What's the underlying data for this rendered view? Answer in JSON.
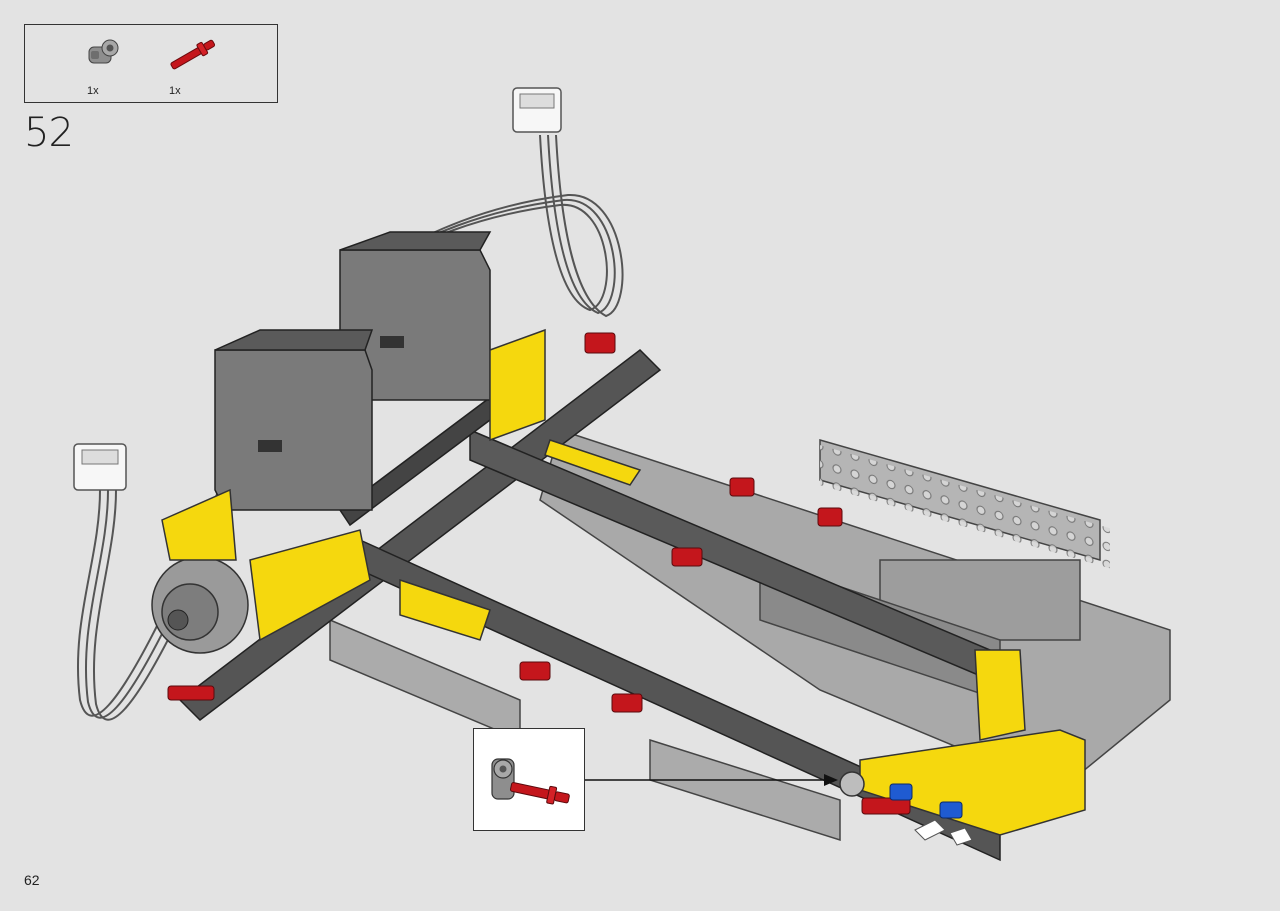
{
  "parts_list": {
    "items": [
      {
        "icon": "axle-pin-connector-icon",
        "quantity": "1x",
        "color": "#8e8e8e"
      },
      {
        "icon": "friction-pin-axle-icon",
        "quantity": "1x",
        "color": "#c4161c"
      }
    ]
  },
  "step": {
    "number": "52"
  },
  "page": {
    "number": "62"
  },
  "colors": {
    "background": "#e3e3e3",
    "beam_light_gray": "#a9a9a9",
    "beam_dark_gray": "#555555",
    "yellow": "#f5d80e",
    "red": "#c4161c",
    "blue": "#1f5bd1",
    "motor_gray": "#6a6a6a"
  },
  "callout": {
    "icons": [
      "axle-pin-connector-icon",
      "friction-pin-axle-icon"
    ]
  }
}
